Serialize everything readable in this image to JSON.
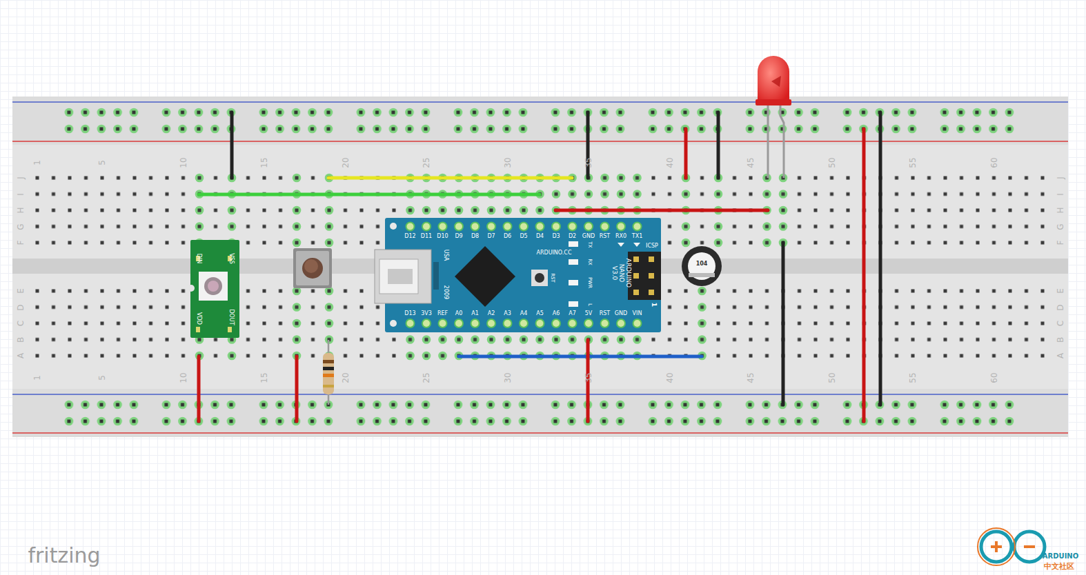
{
  "diagram": {
    "nodes": [
      {
        "text": [
          "DIN",
          "VSS",
          "VDD",
          "DOUT"
        ]
      },
      {
        "text": [
          "D12",
          "D11",
          "D10",
          "D9",
          "D8",
          "D7",
          "D6",
          "D5",
          "D4",
          "D3",
          "D2",
          "GND",
          "RST",
          "RX0",
          "TX1",
          "D13",
          "3V3",
          "REF",
          "A0",
          "A1",
          "A2",
          "A3",
          "A4",
          "A5",
          "A6",
          "A7",
          "5V",
          "RST",
          "GND",
          "VIN",
          "TX",
          "RX",
          "PWR",
          "L",
          "ARDUINO.CC",
          "ARDUINO NANO V3.0",
          "ICSP",
          "USA",
          "2009",
          "RST",
          "1"
        ]
      }
    ],
    "labels": [
      "1",
      "5",
      "10",
      "15",
      "20",
      "25",
      "30",
      "35",
      "40",
      "45",
      "50",
      "55",
      "60",
      "J",
      "I",
      "H",
      "G",
      "F",
      "J",
      "I",
      "H",
      "G",
      "F",
      "1",
      "5",
      "10",
      "15",
      "20",
      "25",
      "30",
      "35",
      "40",
      "45",
      "50",
      "55",
      "60",
      "E",
      "D",
      "C",
      "B",
      "A",
      "E",
      "D",
      "C",
      "B",
      "A",
      "fritzing",
      "ARDUINO",
      "中文社区",
      "104"
    ]
  }
}
